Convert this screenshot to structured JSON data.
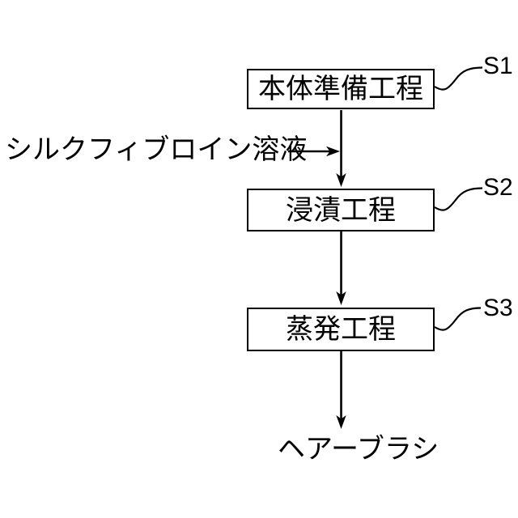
{
  "figure": {
    "type": "flowchart",
    "background_color": "#ffffff",
    "line_color": "#000000",
    "input_label": "シルクフィブロイン溶液",
    "output_label": "ヘアーブラシ",
    "steps": [
      {
        "label": "本体準備工程",
        "step_id": "S1"
      },
      {
        "label": "浸漬工程",
        "step_id": "S2"
      },
      {
        "label": "蒸発工程",
        "step_id": "S3"
      }
    ]
  }
}
